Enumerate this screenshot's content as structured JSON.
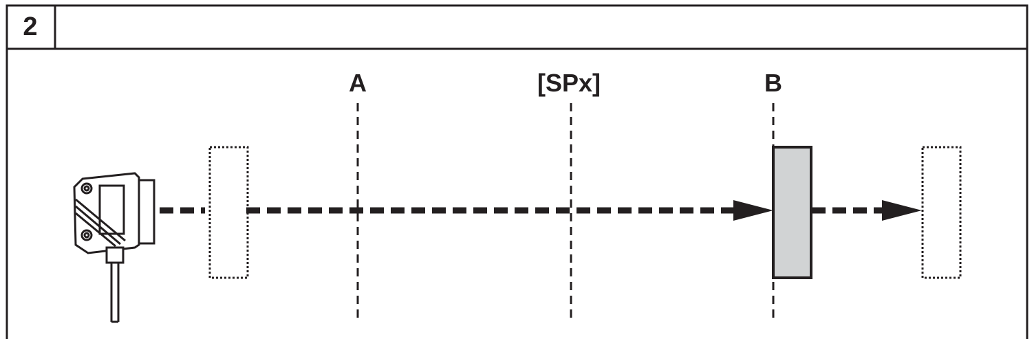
{
  "figure": {
    "number": "2"
  },
  "markers": {
    "a": "A",
    "setpoint": "[SPx]",
    "b": "B"
  },
  "colors": {
    "line": "#231f20",
    "object_fill": "#d1d3d4",
    "background": "#ffffff"
  }
}
